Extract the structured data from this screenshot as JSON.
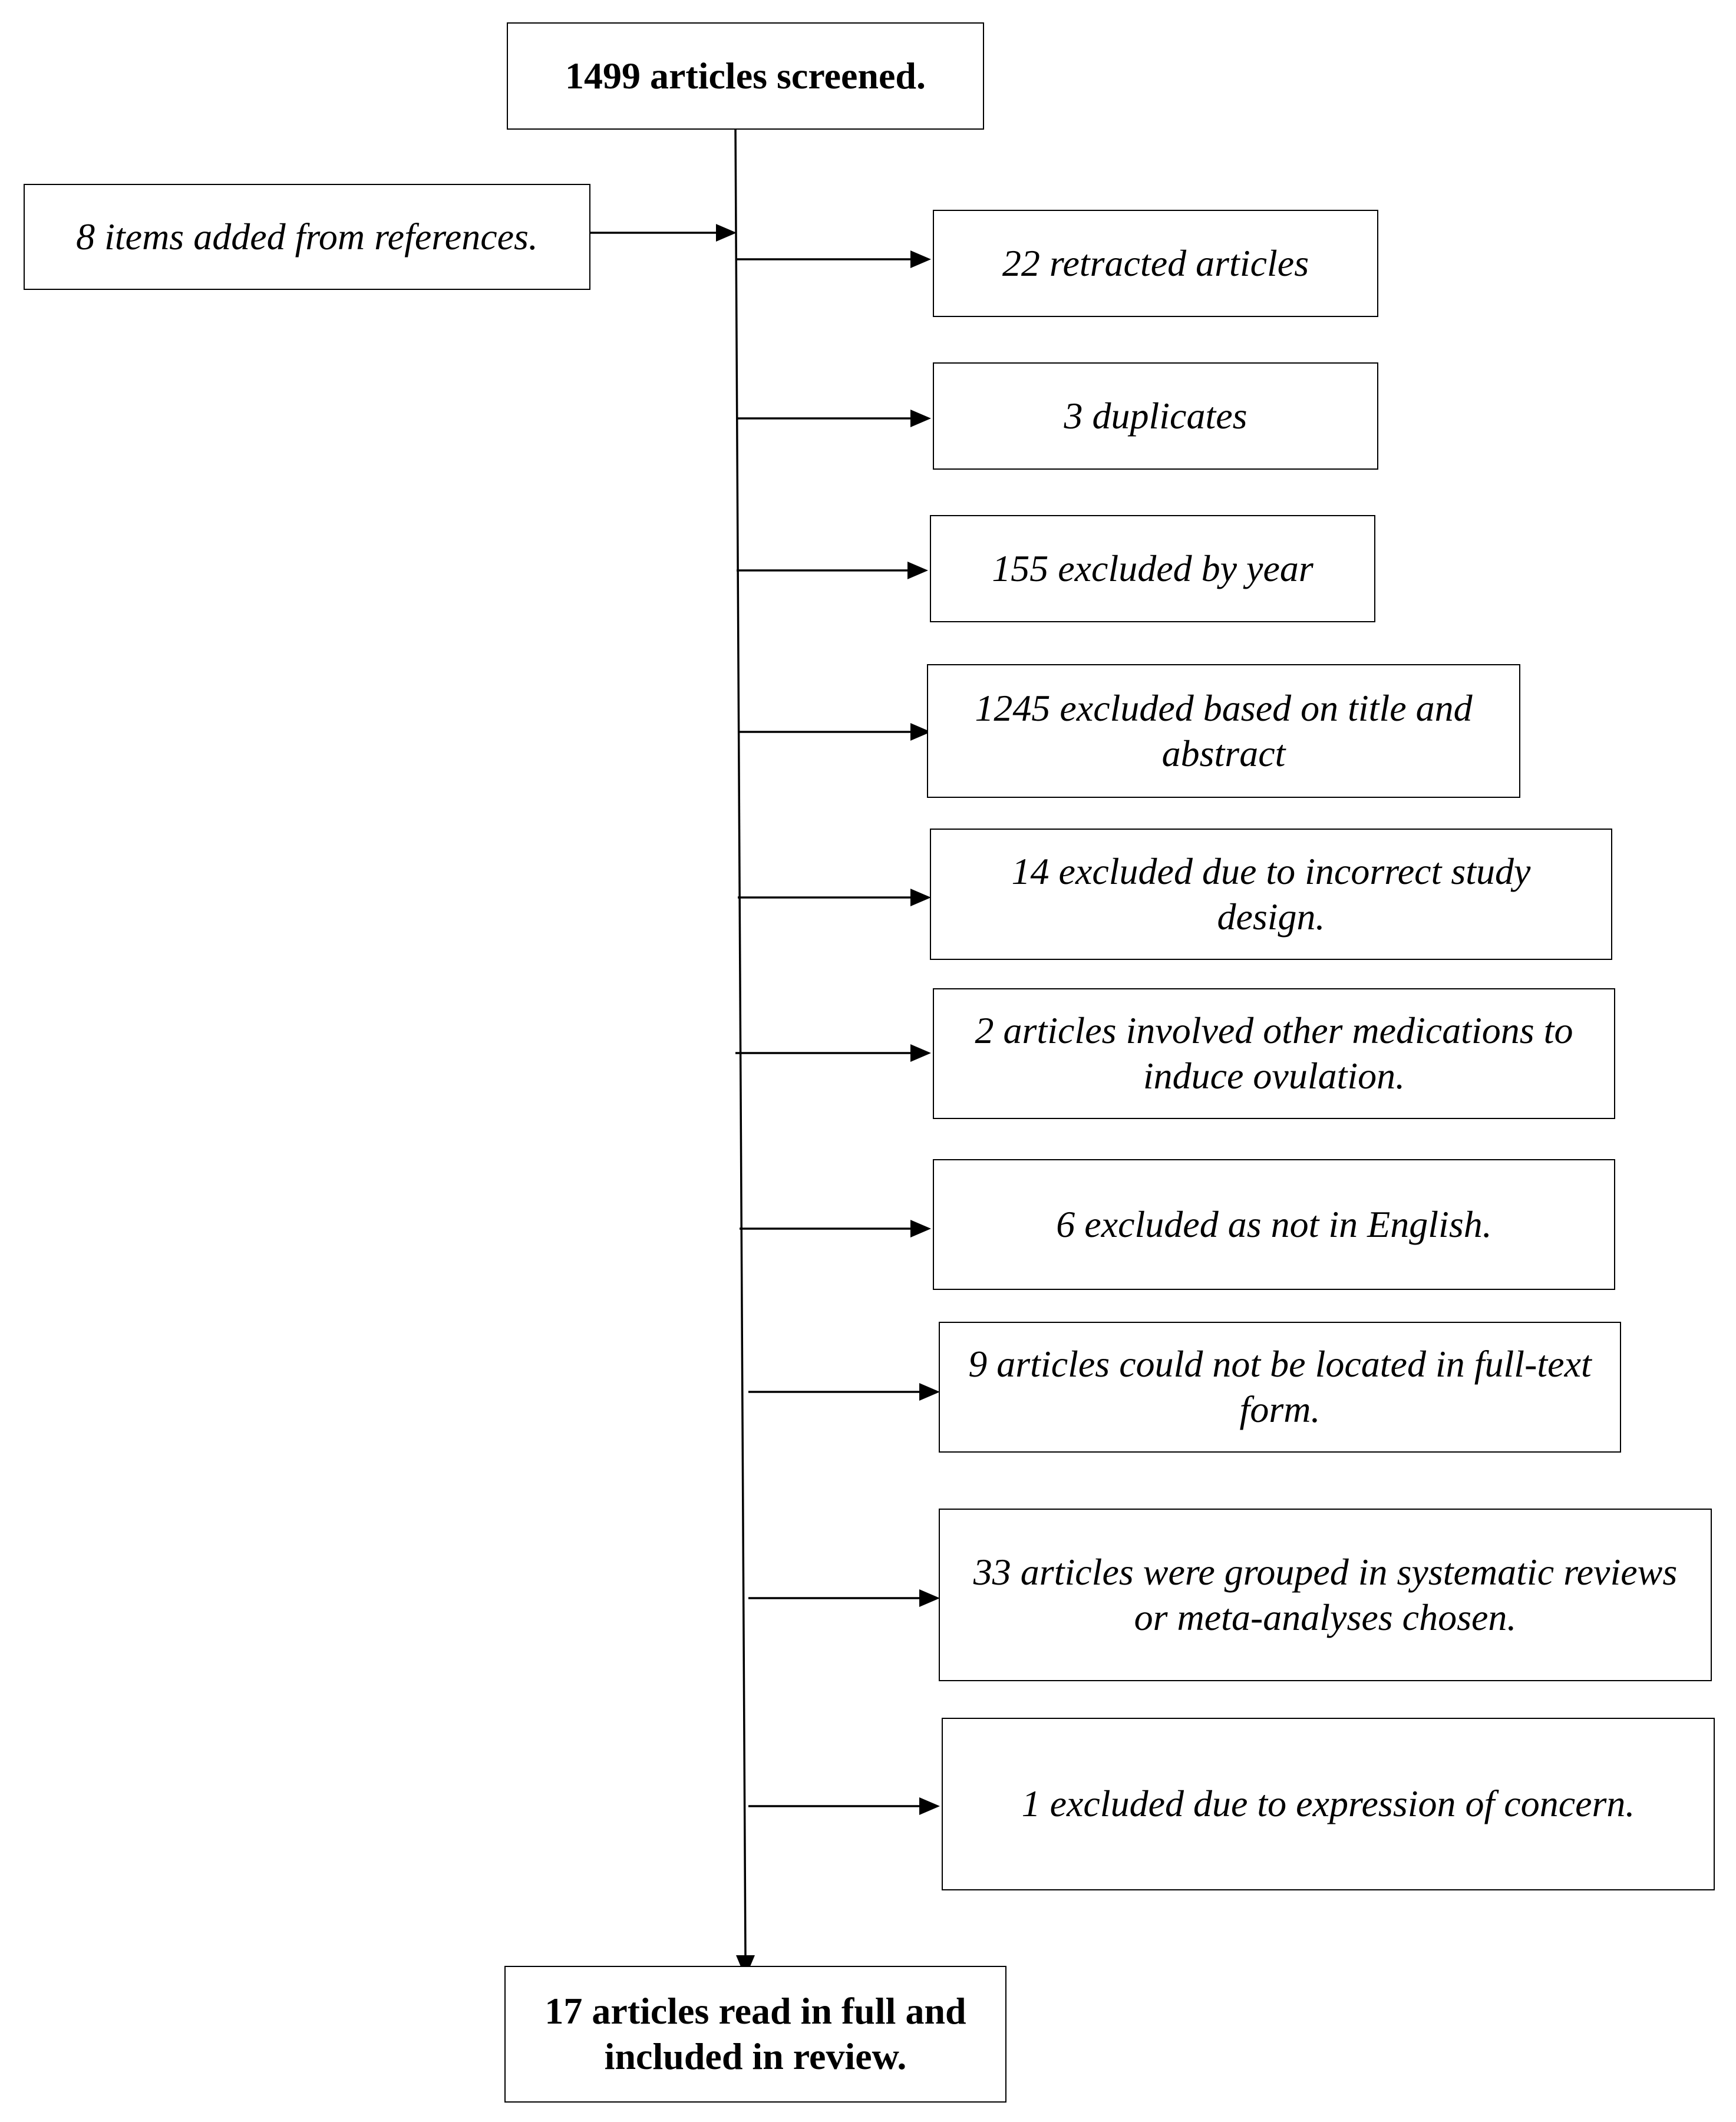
{
  "nodes": {
    "start": "1499 articles screened.",
    "added": "8 items added from references.",
    "end": "17 articles read in full and included in review."
  },
  "exclusions": [
    "22 retracted articles",
    "3 duplicates",
    "155 excluded by year",
    "1245 excluded based on title and abstract",
    "14 excluded due to incorrect study design.",
    "2 articles involved other medications to induce ovulation.",
    "6 excluded as not in English.",
    "9 articles could not be located in full-text form.",
    "33 articles were grouped in systematic reviews or meta-analyses chosen.",
    "1 excluded due to expression of concern."
  ],
  "colors": {
    "line": "#000000",
    "box_border": "#000000",
    "background": "#ffffff"
  }
}
